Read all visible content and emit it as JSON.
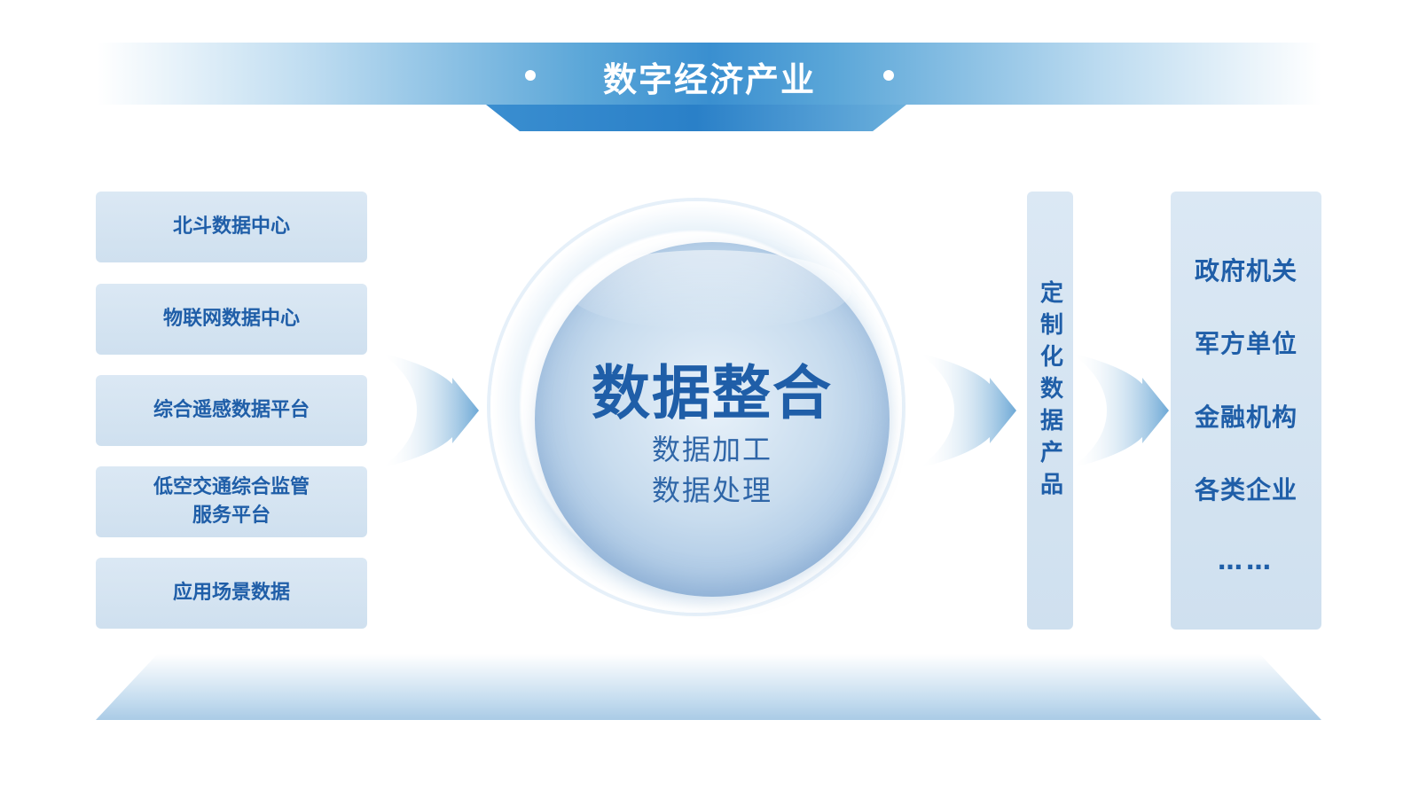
{
  "header": {
    "title": "数字经济产业"
  },
  "sources": [
    {
      "label": "北斗数据中心"
    },
    {
      "label": "物联网数据中心"
    },
    {
      "label": "综合遥感数据平台"
    },
    {
      "label": "低空交通综合监管\n服务平台"
    },
    {
      "label": "应用场景数据"
    }
  ],
  "core": {
    "title": "数据整合",
    "lines": [
      "数据加工",
      "数据处理"
    ]
  },
  "product": {
    "label": "定制化数据产品"
  },
  "customers": [
    {
      "label": "政府机关"
    },
    {
      "label": "军方单位"
    },
    {
      "label": "金融机构"
    },
    {
      "label": "各类企业"
    },
    {
      "label": "……"
    }
  ],
  "colors": {
    "primary": "#1f5ea8",
    "box_fill": "#d6e5f2",
    "banner": "#3a8fd0"
  }
}
